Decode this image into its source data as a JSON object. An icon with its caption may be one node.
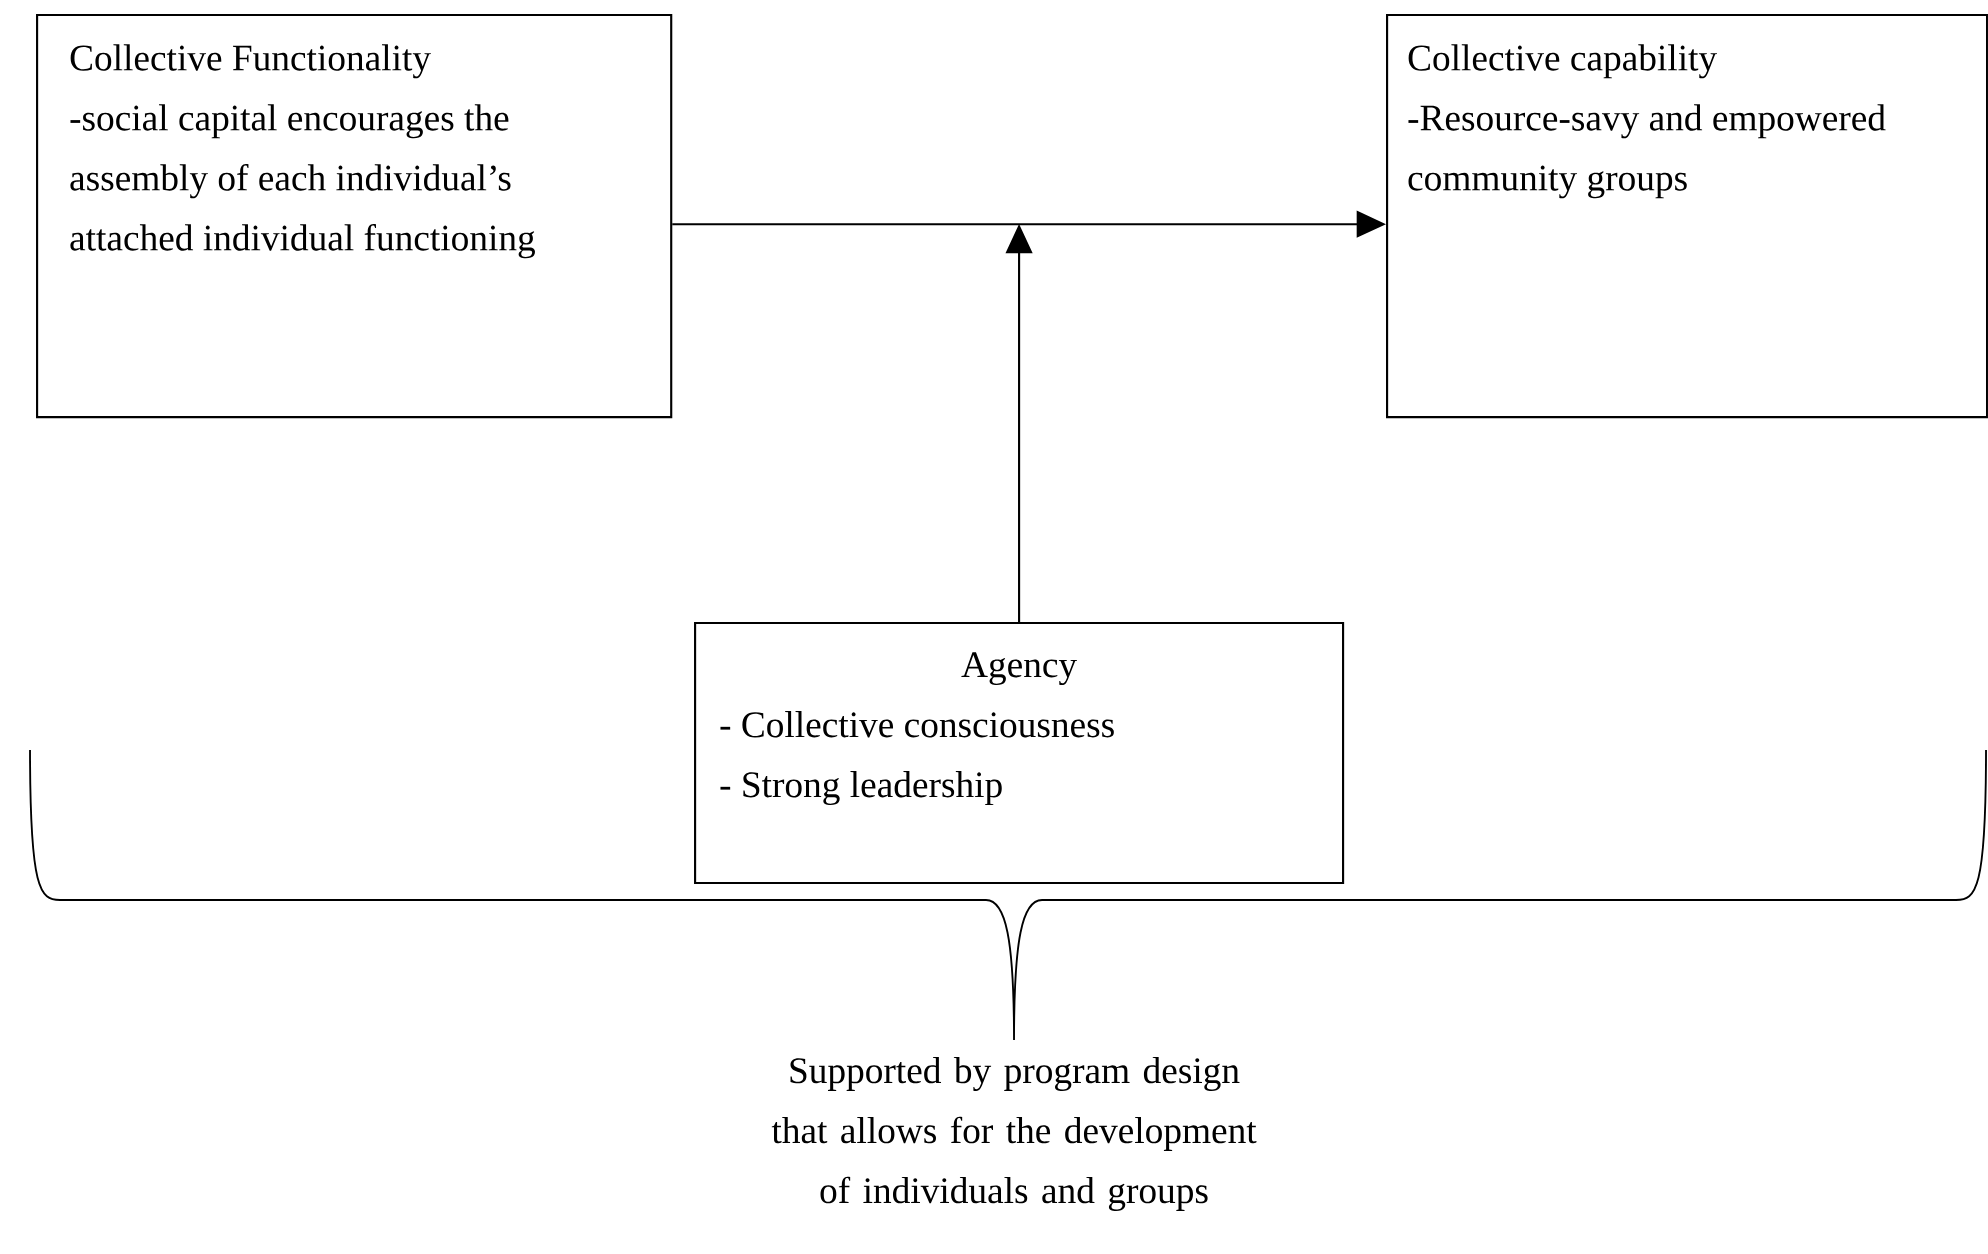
{
  "diagram": {
    "nodes": [
      {
        "text": [
          "Collective Functionality",
          "-social capital encourages the assembly of each individual’s attached individual functioning"
        ]
      },
      {
        "text": [
          "Collective capability",
          "-Resource-savy and empowered community groups"
        ]
      },
      {
        "text": [
          "Agency",
          "- Collective consciousness",
          "- Strong leadership"
        ]
      }
    ],
    "edges": [
      {
        "from": 0,
        "to": 1,
        "arrow": "to"
      },
      {
        "from": 2,
        "to": null,
        "arrow": "to"
      }
    ],
    "labels": [
      "Supported by program design that allows for the development of individuals and groups"
    ]
  }
}
